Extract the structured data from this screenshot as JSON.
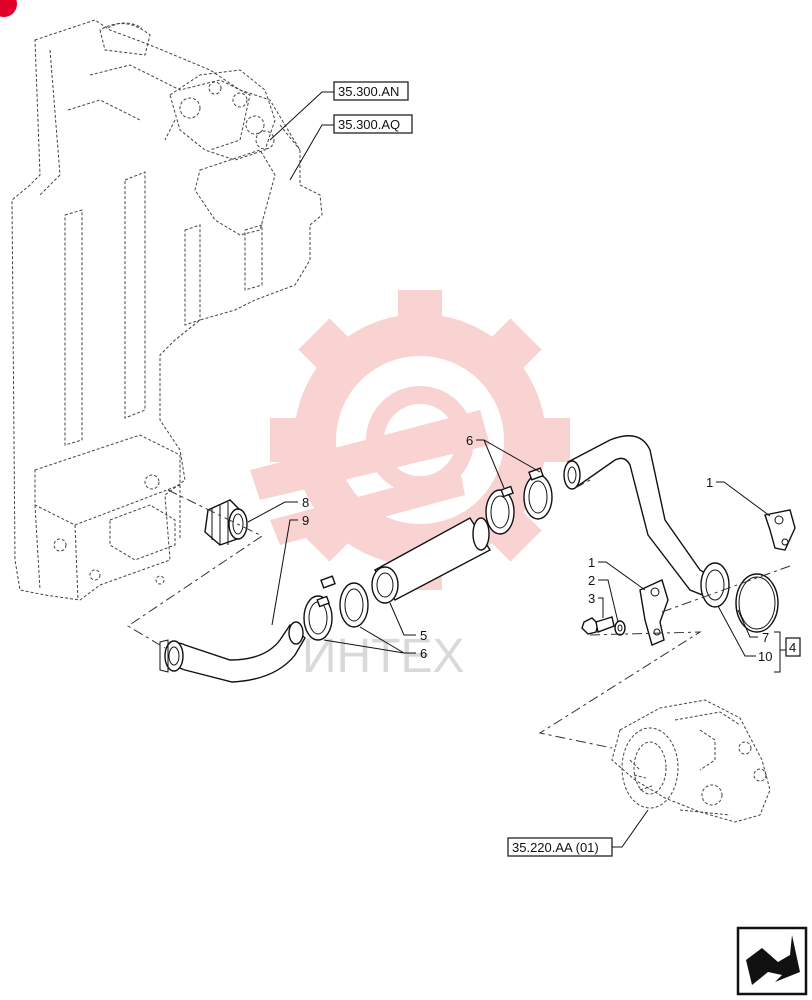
{
  "refs": {
    "r1": "35.300.AN",
    "r2": "35.300.AQ",
    "r3": "35.220.AA (01)"
  },
  "callouts": {
    "c1a": "1",
    "c1b": "1",
    "c2": "2",
    "c3": "3",
    "c4": "4",
    "c5": "5",
    "c6a": "6",
    "c6b": "6",
    "c7": "7",
    "c8": "8",
    "c9": "9",
    "c10": "10"
  },
  "watermark": {
    "text": "ИНТЕХ",
    "color": "#f4a0a0"
  },
  "colors": {
    "line": "#111111",
    "badge": "#e0002a"
  },
  "icons": {
    "nav": "next-page-arrow-icon"
  }
}
